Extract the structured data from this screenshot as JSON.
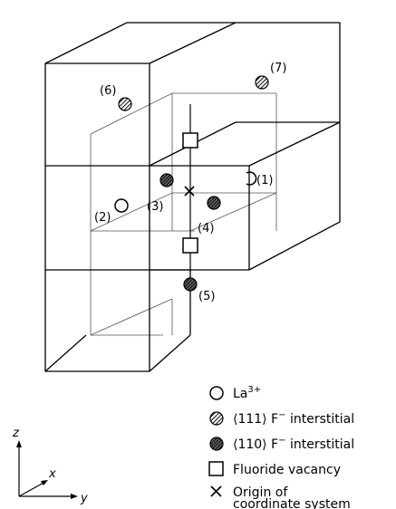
{
  "site_labels": {
    "s1": "(1)",
    "s2": "(2)",
    "s3": "(3)",
    "s4": "(4)",
    "s5": "(5)",
    "s6": "(6)",
    "s7": "(7)"
  },
  "axes": {
    "z": "z",
    "x": "x",
    "y": "y"
  },
  "legend": {
    "la": {
      "base": "La",
      "sup": "3+"
    },
    "i111": {
      "text": "⟨111⟩ F",
      "sup": "−",
      "tail": " interstitial"
    },
    "i110": {
      "text": "⟨110⟩ F",
      "sup": "−",
      "tail": " interstitial"
    },
    "vacancy": "Fluoride vacancy",
    "origin_line1": "Origin of",
    "origin_line2": "coordinate system"
  }
}
